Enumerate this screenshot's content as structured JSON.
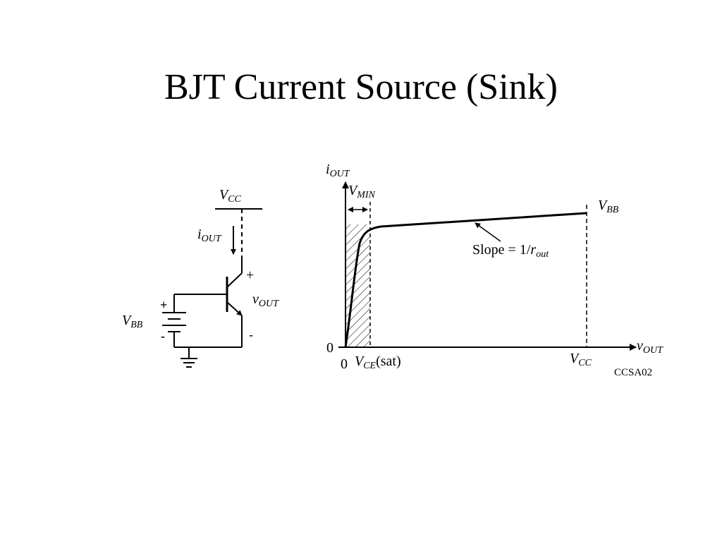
{
  "slide": {
    "title": "BJT Current Source (Sink)"
  },
  "circuit": {
    "vcc_label": {
      "main": "V",
      "sub": "CC"
    },
    "iout_label": {
      "main": "i",
      "sub": "OUT"
    },
    "vbb_label": {
      "main": "V",
      "sub": "BB"
    },
    "vout_label": {
      "main": "v",
      "sub": "OUT"
    },
    "plus_sign": "+",
    "minus_sign": "-",
    "battery_plus": "+",
    "battery_minus": "-"
  },
  "graph": {
    "y_axis_label": {
      "main": "i",
      "sub": "OUT"
    },
    "x_axis_label": {
      "main": "v",
      "sub": "OUT"
    },
    "vmin_label": {
      "main": "V",
      "sub": "MIN"
    },
    "vbb_curve_label": {
      "main": "V",
      "sub": "BB"
    },
    "slope_label": {
      "prefix": "Slope = 1/",
      "main": "r",
      "sub": "out"
    },
    "origin_y_tick": "0",
    "origin_x_tick": "0",
    "vce_sat_label": {
      "main": "V",
      "sub": "CE",
      "suffix": "(sat)"
    },
    "vcc_tick_label": {
      "main": "V",
      "sub": "CC"
    },
    "figure_code": "CCSA02"
  },
  "colors": {
    "ink": "#000000",
    "background": "#ffffff"
  }
}
